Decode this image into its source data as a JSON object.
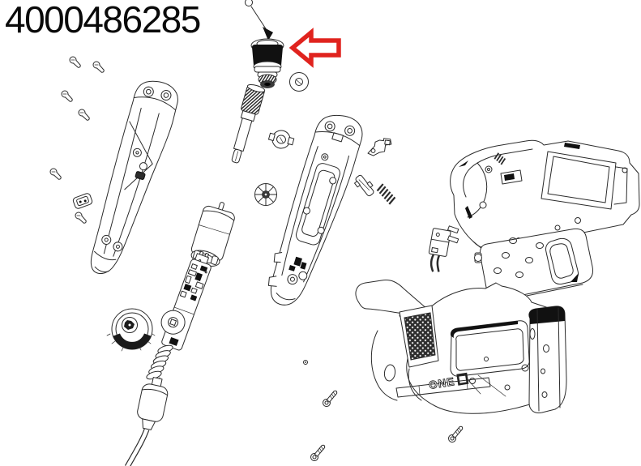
{
  "diagram": {
    "part_number": "4000486285",
    "brand_label": "ONE",
    "annotation": {
      "type": "arrow",
      "direction": "left",
      "points_to": "collet-nut",
      "color": "#e0231e"
    },
    "colors": {
      "background": "#ffffff",
      "line": "#2b2b2b",
      "ink": "#111111",
      "highlight_arrow": "#e0231e"
    }
  }
}
